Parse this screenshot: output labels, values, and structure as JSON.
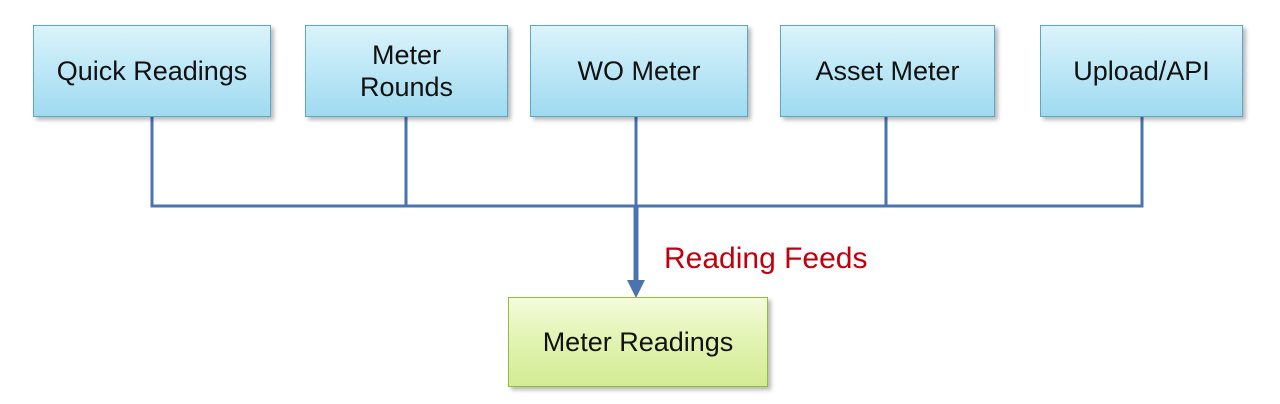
{
  "diagram": {
    "sources": [
      {
        "label": "Quick Readings"
      },
      {
        "label": "Meter\nRounds"
      },
      {
        "label": "WO Meter"
      },
      {
        "label": "Asset Meter"
      },
      {
        "label": "Upload/API"
      }
    ],
    "target": {
      "label": "Meter Readings"
    },
    "edge_label": "Reading Feeds",
    "colors": {
      "connector": "#4a74b0",
      "source_border": "#5aa7c7",
      "source_fill": "#bfe8f6",
      "target_border": "#8fbf3a",
      "target_fill": "#e3f4b4",
      "edge_label": "#c0000c"
    }
  }
}
